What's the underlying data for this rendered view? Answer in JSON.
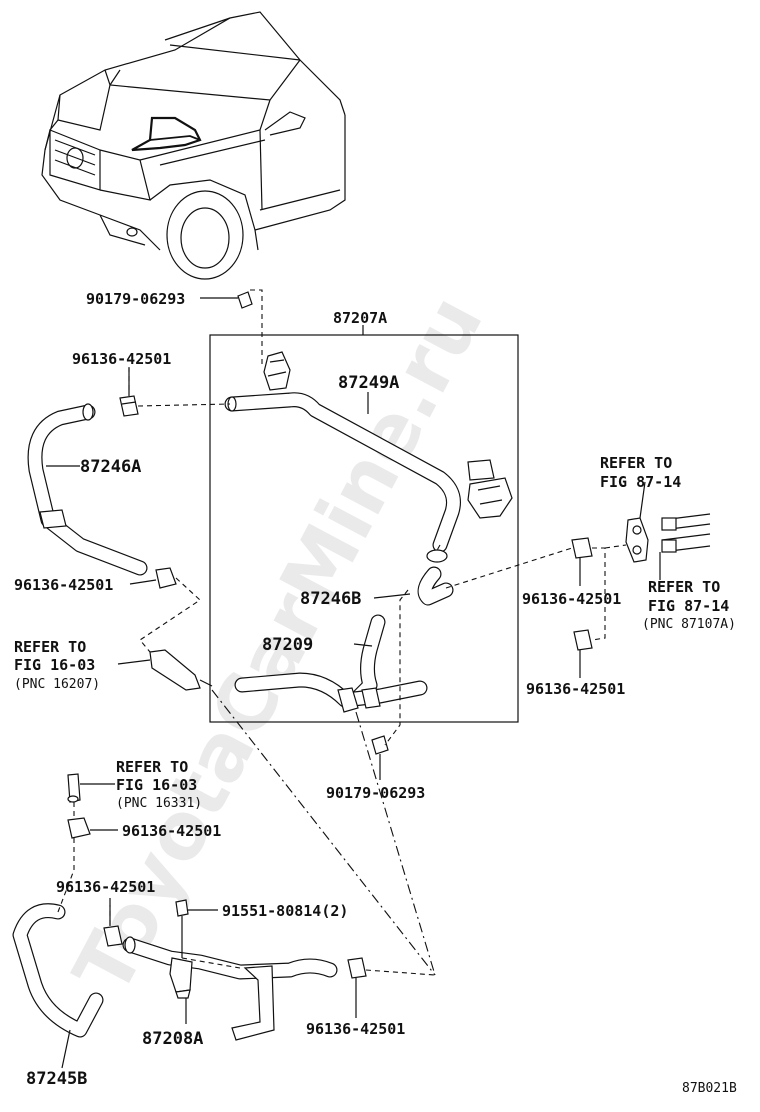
{
  "diagram": {
    "watermark": "ToyotaCarMine.ru",
    "figure_code": "87B021B",
    "labels": {
      "clip_top": "90179-06293",
      "assembly_87207a": "87207A",
      "hose_clamp_1": "96136-42501",
      "hose_87249a": "87249A",
      "hose_87246a": "87246A",
      "refer_87_14_line1": "REFER TO",
      "refer_87_14_line2": "FIG 87-14",
      "hose_clamp_2": "96136-42501",
      "hose_87246b": "87246B",
      "hose_clamp_3": "96136-42501",
      "refer_87_14b_line1": "REFER TO",
      "refer_87_14b_line2": "FIG 87-14",
      "refer_87_14b_pnc": "(PNC 87107A)",
      "refer_16_03_line1": "REFER TO",
      "refer_16_03_line2": "FIG 16-03",
      "refer_16_03_pnc": "(PNC 16207)",
      "hose_87209": "87209",
      "hose_clamp_4": "96136-42501",
      "clip_bottom": "90179-06293",
      "refer_16_03b_line1": "REFER TO",
      "refer_16_03b_line2": "FIG 16-03",
      "refer_16_03b_pnc": "(PNC 16331)",
      "hose_clamp_5": "96136-42501",
      "hose_clamp_6": "96136-42501",
      "bolt_91551": "91551-80814(2)",
      "pipe_87208a": "87208A",
      "hose_clamp_7": "96136-42501",
      "hose_87245b": "87245B"
    }
  }
}
